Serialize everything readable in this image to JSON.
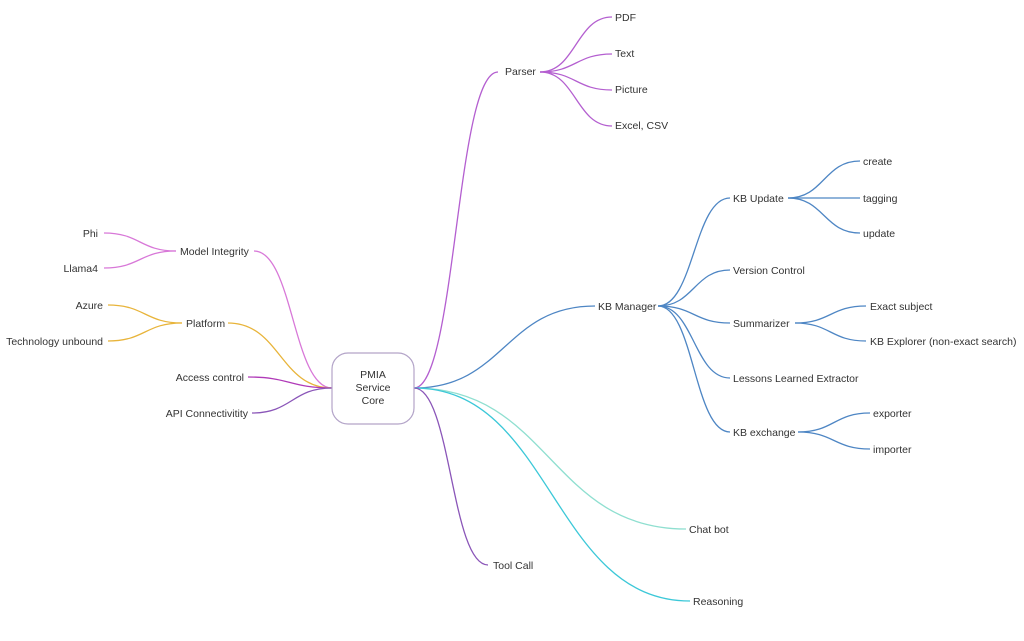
{
  "colors": {
    "purple": "#b45fd0",
    "blue": "#4e86c4",
    "pink": "#d878d8",
    "orange": "#e8b43a",
    "magenta": "#b03ab8",
    "violet": "#8a55b8",
    "mint": "#8fdfd0",
    "cyan": "#3cc8d8"
  },
  "core": {
    "lines": [
      "PMIA",
      "Service",
      "Core"
    ]
  },
  "nodes": {
    "parser": "Parser",
    "pdf": "PDF",
    "text": "Text",
    "picture": "Picture",
    "excel": "Excel, CSV",
    "kb_manager": "KB Manager",
    "kb_update": "KB Update",
    "create": "create",
    "tagging": "tagging",
    "update": "update",
    "version_control": "Version Control",
    "summarizer": "Summarizer",
    "exact_subject": "Exact subject",
    "kb_explorer": "KB Explorer (non-exact search)",
    "lessons": "Lessons Learned Extractor",
    "kb_exchange": "KB exchange",
    "exporter": "exporter",
    "importer": "importer",
    "chat_bot": "Chat bot",
    "reasoning": "Reasoning",
    "tool_call": "Tool Call",
    "model_integrity": "Model Integrity",
    "phi": "Phi",
    "llama4": "Llama4",
    "platform": "Platform",
    "azure": "Azure",
    "tech_unbound": "Technology unbound",
    "access_control": "Access control",
    "api": "API Connectivitity"
  }
}
